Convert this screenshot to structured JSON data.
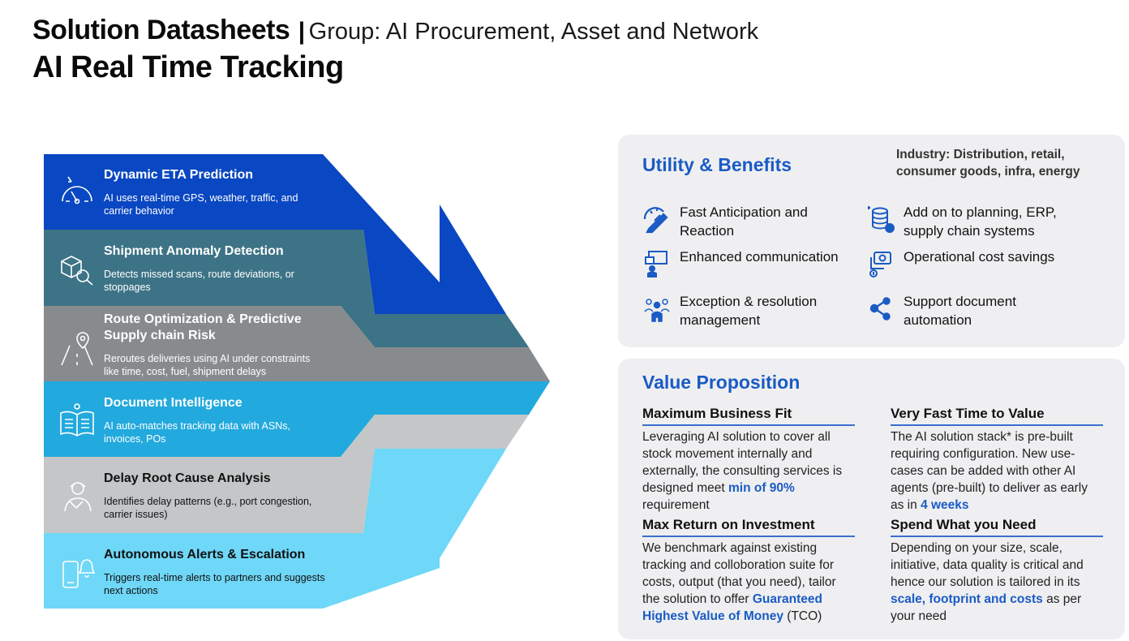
{
  "header": {
    "title": "Solution Datasheets",
    "separator": "|",
    "group": "Group: AI Procurement, Asset and Network",
    "subtitle": "AI Real Time Tracking"
  },
  "bands": [
    {
      "title": "Dynamic ETA Prediction",
      "desc": "AI uses real-time GPS, weather, traffic, and carrier behavior",
      "color": "#0a47c2",
      "icon": "speedometer-icon"
    },
    {
      "title": "Shipment Anomaly Detection",
      "desc": "Detects missed scans, route deviations, or stoppages",
      "color": "#3d7386",
      "icon": "package-search-icon"
    },
    {
      "title": "Route Optimization & Predictive Supply chain Risk",
      "desc": "Reroutes deliveries using AI under constraints like time, cost, fuel, shipment delays",
      "color": "#888b8d",
      "icon": "route-pin-icon"
    },
    {
      "title": "Document Intelligence",
      "desc": "AI auto-matches tracking data with ASNs, invoices, POs",
      "color": "#22a9dd",
      "icon": "book-lightbulb-icon"
    },
    {
      "title": "Delay Root Cause Analysis",
      "desc": "Identifies delay patterns (e.g., port congestion, carrier issues)",
      "color": "#c4c6c8",
      "icon": "worker-icon"
    },
    {
      "title": "Autonomous Alerts & Escalation",
      "desc": "Triggers real-time alerts to partners and suggests next actions",
      "color": "#6fd7f7",
      "icon": "phone-bell-icon"
    }
  ],
  "utility": {
    "title": "Utility & Benefits",
    "industry": "Industry: Distribution, retail, consumer goods, infra, energy",
    "benefits": [
      {
        "label": "Fast Anticipation and Reaction",
        "icon": "gauge-edit-icon"
      },
      {
        "label": "Add on to planning, ERP, supply chain systems",
        "icon": "database-icon"
      },
      {
        "label": "Enhanced communication",
        "icon": "presentation-icon"
      },
      {
        "label": "Operational cost savings",
        "icon": "money-coins-icon"
      },
      {
        "label": "Exception & resolution management",
        "icon": "team-icon"
      },
      {
        "label": "Support document automation",
        "icon": "share-nodes-icon"
      }
    ]
  },
  "value": {
    "title": "Value Proposition",
    "items": [
      {
        "heading": "Maximum Business Fit",
        "pre": "Leveraging AI solution to cover all stock movement internally and externally, the consulting services is designed  meet ",
        "hl": "min of 90%",
        "post": " requirement"
      },
      {
        "heading": "Very Fast Time to Value",
        "pre": "The AI solution stack* is pre-built requiring configuration. New use-cases can be added with other AI agents (pre-built) to deliver as early as in ",
        "hl": " 4 weeks",
        "post": ""
      },
      {
        "heading": "Max Return on Investment",
        "pre": "We benchmark against existing tracking and colloboration suite for costs, output (that you need), tailor the solution to offer ",
        "hl": "Guaranteed Highest Value of Money",
        "post": " (TCO)"
      },
      {
        "heading": "Spend What you Need",
        "pre": "Depending on your size, scale, initiative, data quality is critical and hence our solution is tailored in its ",
        "hl": "scale, footprint and costs",
        "post": " as per your need"
      }
    ]
  },
  "colors": {
    "accent": "#1a5bc4",
    "card_bg": "#efeff1"
  }
}
